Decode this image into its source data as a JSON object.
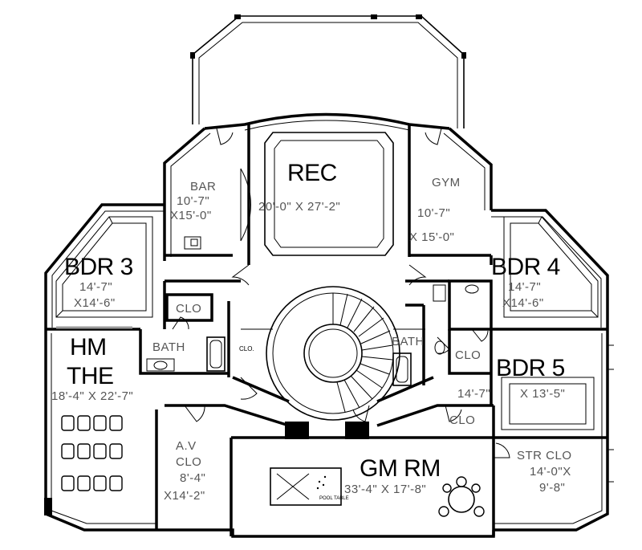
{
  "rooms": {
    "rec": {
      "name": "REC",
      "size": "20'-0\"  X  27'-2\""
    },
    "bar": {
      "name": "BAR",
      "width": "10'-7\"",
      "length": "X15'-0\""
    },
    "gym": {
      "name": "GYM",
      "width": "10'-7\"",
      "length": "X  15'-0\""
    },
    "bdr3": {
      "name": "BDR 3",
      "width": "14'-7\"",
      "length": "X14'-6\""
    },
    "bdr4": {
      "name": "BDR 4",
      "width": "14'-7\"",
      "length": "X14'-6\""
    },
    "bdr5": {
      "name": "BDR 5",
      "width": "14'-7\"",
      "length": "X  13'-5\""
    },
    "hm_the": {
      "name_line1": "HM",
      "name_line2": "THE",
      "size": "18'-4\"  X  22'-7\""
    },
    "av_clo": {
      "name_line1": "A.V",
      "name_line2": "CLO",
      "width": "8'-4\"",
      "length": "X14'-2\""
    },
    "gm_rm": {
      "name": "GM RM",
      "size": "33'-4\"  X  17'-8\""
    },
    "str_clo": {
      "name": "STR  CLO",
      "width": "14'-0\"X",
      "length": "9'-8\""
    },
    "bath_left": {
      "name": "BATH"
    },
    "bath_right": {
      "name": "BATH"
    },
    "clo_left": {
      "name": "CLO"
    },
    "clo_right": {
      "name": "CLO"
    },
    "clo_lower_right": {
      "name": "CLO"
    },
    "stair_closet": {
      "name": "CLO."
    },
    "pool_table": {
      "name": "POOL TABLE"
    }
  }
}
